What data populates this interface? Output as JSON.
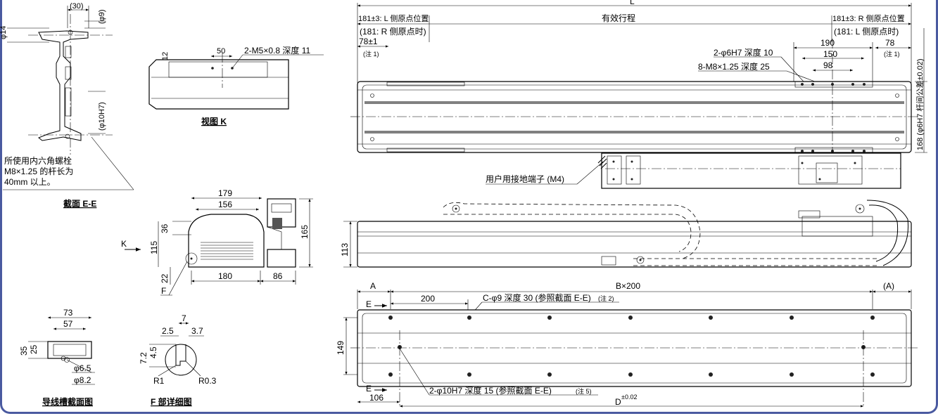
{
  "section_ee": {
    "dim_30": "(30)",
    "dim_phi9": "(φ9)",
    "dim_phi14": "φ14",
    "dim_phi10h7": "(φ10H7)",
    "note_line1": "所使用内六角螺栓",
    "note_line2": "M8×1.25 的杆长为",
    "note_line3": "40mm 以上。",
    "title": "截面 E-E"
  },
  "view_k": {
    "dim_12": "12",
    "dim_50": "50",
    "callout": "2-M5×0.8 深度 11",
    "title": "视图 K"
  },
  "end_view": {
    "dim_179": "179",
    "dim_156": "156",
    "dim_36": "36",
    "dim_115": "115",
    "dim_165": "165",
    "dim_22": "22",
    "dim_180": "180",
    "dim_86": "86",
    "label_k": "K",
    "label_f": "F"
  },
  "cable_duct": {
    "dim_73": "73",
    "dim_57": "57",
    "dim_35": "35",
    "dim_25": "25",
    "dim_phi65": "φ6.5",
    "dim_phi82": "φ8.2",
    "title": "导线槽截面图"
  },
  "detail_f": {
    "dim_7": "7",
    "dim_25": "2.5",
    "dim_37": "3.7",
    "dim_72": "7.2",
    "dim_45": "4.5",
    "r1": "R1",
    "r03": "R0.3",
    "title": "F 部详细图"
  },
  "top_view": {
    "dim_L": "L",
    "left_origin": "181±3: L 侧原点位置",
    "left_origin_r": "(181: R 侧原点时)",
    "stroke": "有效行程",
    "right_origin": "181±3: R 侧原点位置",
    "right_origin_l": "(181: L 侧原点时)",
    "dim_78_1": "78±1",
    "note1_left": "(注 1)",
    "dim_190": "190",
    "dim_150": "150",
    "dim_98": "98",
    "dim_78": "78",
    "note1_right": "(注 1)",
    "callout_6h7": "2-φ6H7 深度 10",
    "callout_m8": "8-M8×1.25 深度 25",
    "pitch_tol": "168 (φ6H7 杆间公差±0.02)",
    "ground": "用户用接地端子 (M4)"
  },
  "side_view": {
    "dim_113": "113"
  },
  "bottom_view": {
    "dim_A": "A",
    "dim_BX200": "B×200",
    "dim_A_paren": "(A)",
    "dim_200": "200",
    "callout_c": "C-φ9 深度 30 (参照截面 E-E)",
    "callout_c_note": "(注 2)",
    "dim_149": "149",
    "e_top": "E",
    "e_bottom": "E",
    "dim_106": "106",
    "callout_10h7": "2-φ10H7 深度 15 (参照截面 E-E)",
    "callout_10h7_note": "(注 5)",
    "dim_D": "D",
    "dim_D_tol": "±0.02"
  }
}
